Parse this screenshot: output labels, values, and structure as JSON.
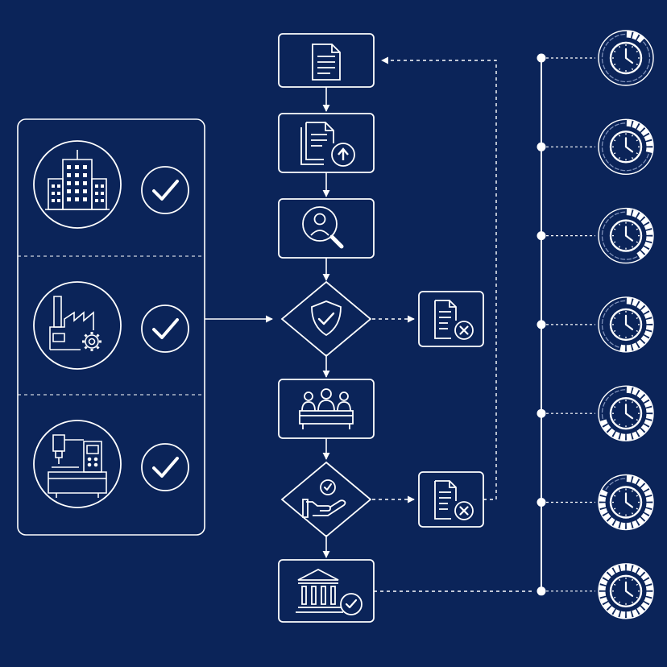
{
  "colors": {
    "background": "#0b2459",
    "line": "#ffffff",
    "progress_track": "#7d8fb8"
  },
  "approval_panel": {
    "items": [
      {
        "icon": "office-building-icon",
        "status_icon": "checkmark-icon"
      },
      {
        "icon": "factory-gear-icon",
        "status_icon": "checkmark-icon"
      },
      {
        "icon": "cnc-machine-icon",
        "status_icon": "checkmark-icon"
      }
    ]
  },
  "process_steps": [
    {
      "kind": "box",
      "icon": "document-icon"
    },
    {
      "kind": "box",
      "icon": "document-upload-icon"
    },
    {
      "kind": "box",
      "icon": "user-search-icon"
    },
    {
      "kind": "diamond",
      "icon": "shield-check-icon",
      "rejection_icon": "document-rejected-icon"
    },
    {
      "kind": "box",
      "icon": "committee-meeting-icon"
    },
    {
      "kind": "diamond",
      "icon": "hand-approval-icon",
      "rejection_icon": "document-rejected-icon"
    },
    {
      "kind": "box",
      "icon": "institution-approved-icon"
    }
  ],
  "timeline": {
    "clocks": [
      {
        "icon": "clock-icon",
        "progress": 0.14
      },
      {
        "icon": "clock-icon",
        "progress": 0.28
      },
      {
        "icon": "clock-icon",
        "progress": 0.42
      },
      {
        "icon": "clock-icon",
        "progress": 0.56
      },
      {
        "icon": "clock-icon",
        "progress": 0.7
      },
      {
        "icon": "clock-icon",
        "progress": 0.84
      },
      {
        "icon": "clock-icon",
        "progress": 1.0
      }
    ]
  }
}
